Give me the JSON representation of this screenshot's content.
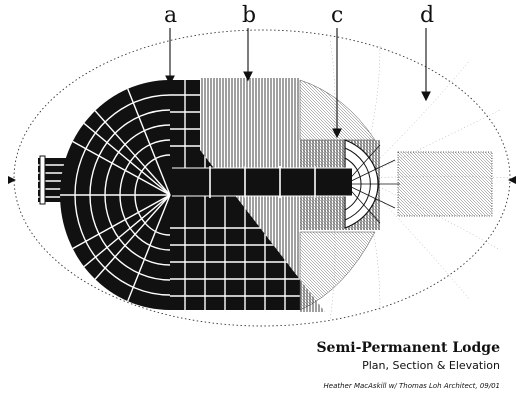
{
  "section_labels": [
    {
      "letter": "a"
    },
    {
      "letter": "b"
    },
    {
      "letter": "c"
    },
    {
      "letter": "d"
    }
  ],
  "title": "Semi-Permanent Lodge",
  "subtitle": "Plan, Section & Elevation",
  "credit": "Heather MacAskill w/ Thomas Loh Architect, 09/01",
  "colors": {
    "ink": "#111111",
    "paper": "#ffffff",
    "mid": "#555555"
  }
}
